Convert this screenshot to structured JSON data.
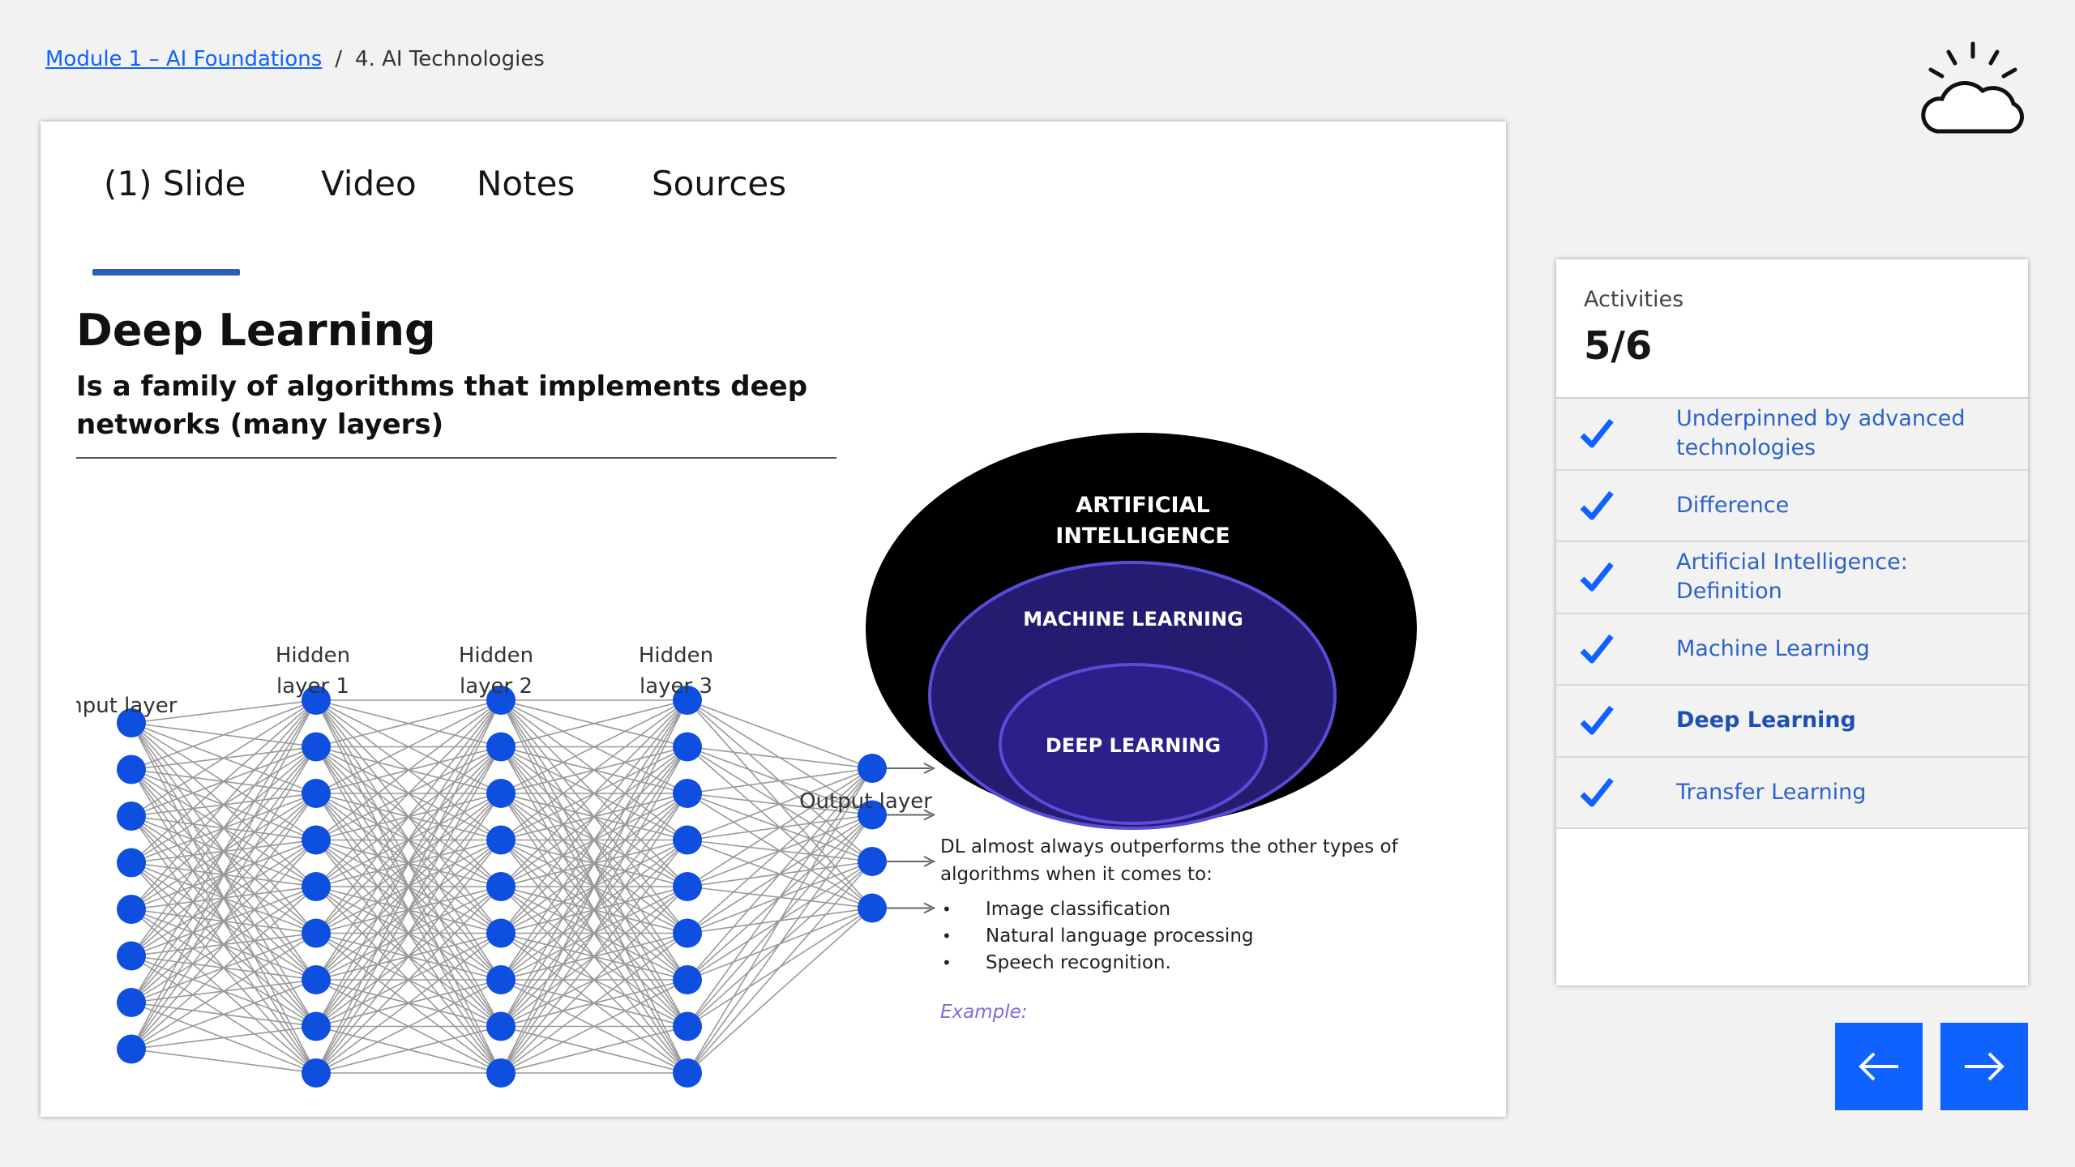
{
  "breadcrumb": {
    "module_link": "Module 1 – AI Foundations",
    "separator": "/",
    "current": "4. AI Technologies"
  },
  "tabs": [
    {
      "label": "(1) Slide",
      "active": true
    },
    {
      "label": "Video"
    },
    {
      "label": "Notes"
    },
    {
      "label": "Sources"
    }
  ],
  "slide": {
    "title": "Deep Learning",
    "subtitle": "Is a family of algorithms that implements deep networks (many layers)",
    "network": {
      "layers": [
        {
          "label_line1": "Input layer",
          "label_line2": "",
          "nodes": 8
        },
        {
          "label_line1": "Hidden",
          "label_line2": "layer 1",
          "nodes": 9
        },
        {
          "label_line1": "Hidden",
          "label_line2": "layer 2",
          "nodes": 9
        },
        {
          "label_line1": "Hidden",
          "label_line2": "layer 3",
          "nodes": 9
        },
        {
          "label_line1": "Output layer",
          "label_line2": "",
          "nodes": 4
        }
      ],
      "node_color": "#0f4fe0",
      "edge_color": "#999999"
    },
    "venn": {
      "outer_line1": "ARTIFICIAL",
      "outer_line2": "INTELLIGENCE",
      "middle": "MACHINE LEARNING",
      "inner": "DEEP LEARNING",
      "colors": {
        "outer": "#000000",
        "middle": "#241c70",
        "inner": "#2b1f8a",
        "stroke": "#5a4bd8"
      }
    },
    "description": "DL almost  always outperforms the other types of algorithms when it comes to:",
    "bullets": [
      "Image classification",
      "Natural language processing",
      "Speech recognition."
    ],
    "example_label": "Example:"
  },
  "activities": {
    "label": "Activities",
    "count": "5/6",
    "items": [
      {
        "label": "Underpinned by advanced technologies",
        "done": true
      },
      {
        "label": "Difference",
        "done": true
      },
      {
        "label": "Artificial Intelligence: Definition",
        "done": true
      },
      {
        "label": "Machine Learning",
        "done": true
      },
      {
        "label": "Deep Learning",
        "done": true,
        "active": true
      },
      {
        "label": "Transfer Learning",
        "done": true
      }
    ]
  },
  "nav": {
    "prev_icon": "arrow-left-icon",
    "next_icon": "arrow-right-icon",
    "accent": "#0f62fe"
  }
}
